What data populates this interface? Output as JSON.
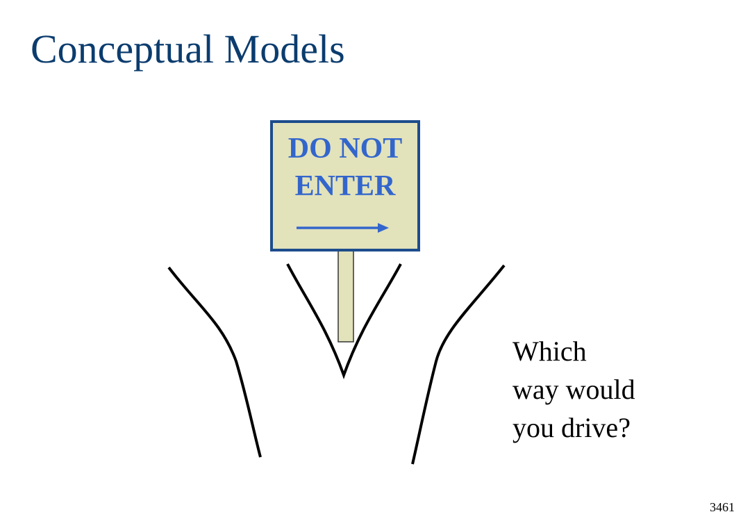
{
  "slide": {
    "title": "Conceptual Models",
    "number": "3461"
  },
  "sign": {
    "line1": "DO NOT",
    "line2": "ENTER",
    "arrow_direction": "right",
    "arrow_icon": "right-arrow-icon",
    "colors": {
      "board": "#e2e2bb",
      "border": "#1d4c8c",
      "text": "#3366cc",
      "post": "#e2e2bb"
    }
  },
  "question": {
    "line1": "Which",
    "line2": "way would",
    "line3": "you drive?"
  },
  "colors": {
    "title": "#0b3c6e",
    "road": "#000000",
    "background": "#ffffff"
  }
}
